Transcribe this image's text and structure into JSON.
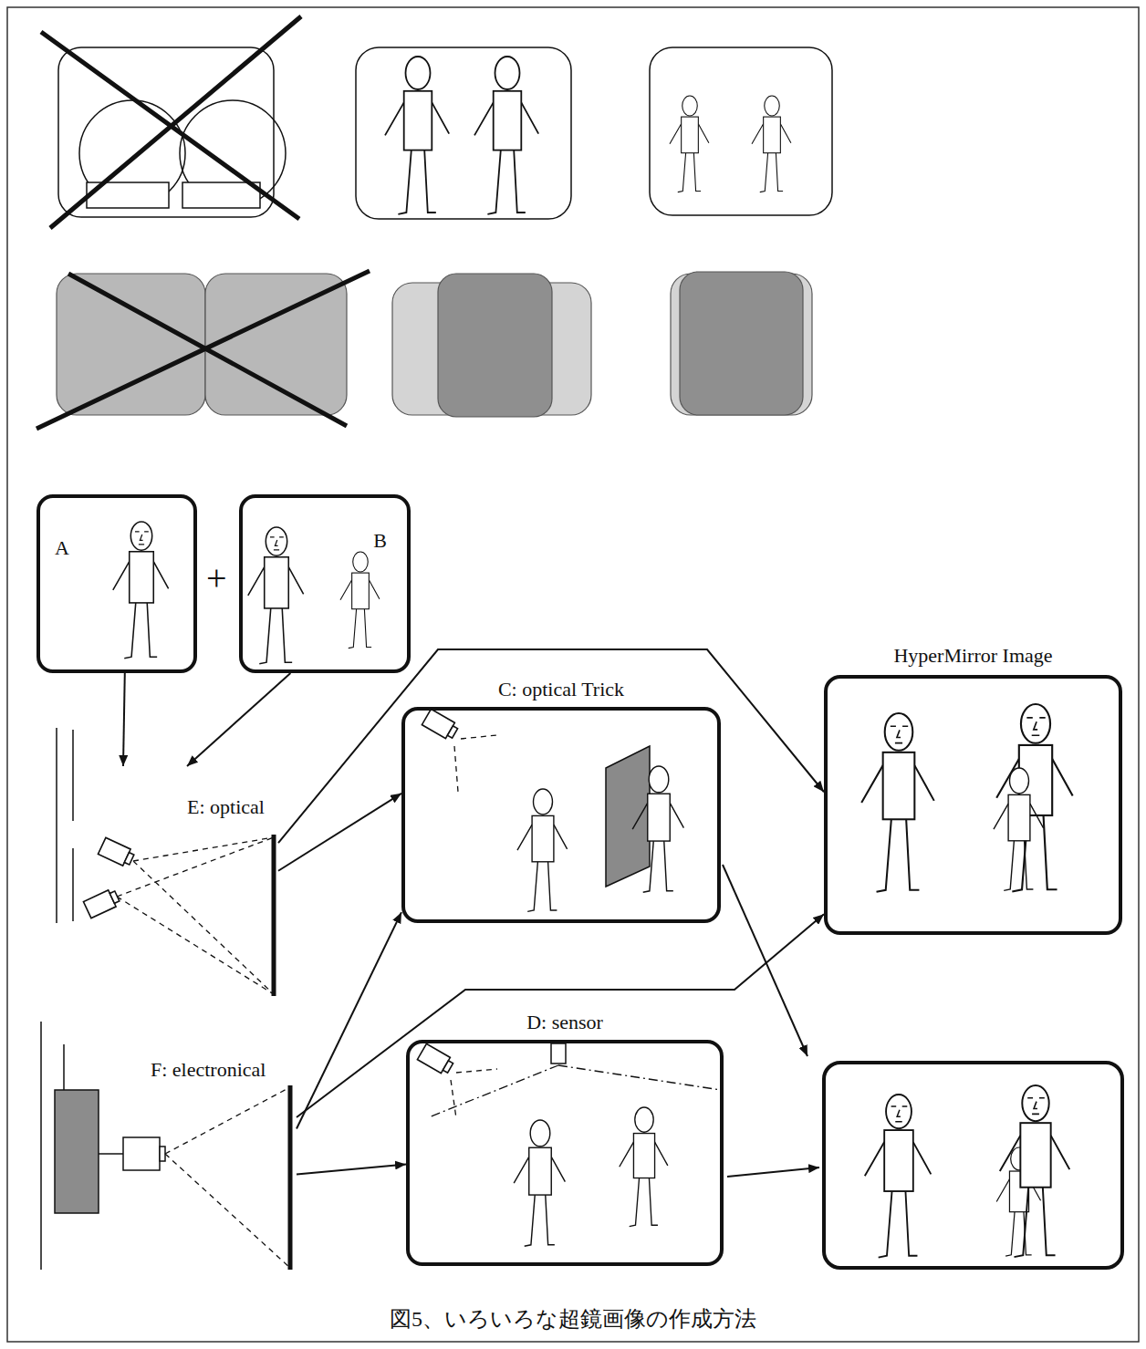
{
  "diagram": {
    "caption": "図5、いろいろな超鏡画像の作成方法",
    "nodes": [
      {
        "text": [
          "A"
        ]
      },
      {
        "text": [
          "B"
        ]
      },
      {
        "text": [
          "HyperMirror Image"
        ]
      },
      {
        "text": [
          "C: optical Trick"
        ]
      },
      {
        "text": [
          "E: optical"
        ]
      },
      {
        "text": [
          "D: sensor"
        ]
      },
      {
        "text": [
          "F: electronical"
        ]
      }
    ],
    "edges": [
      {
        "from": 0,
        "to": 4,
        "arrow": "to"
      },
      {
        "from": 1,
        "to": 4,
        "arrow": "to"
      },
      {
        "from": 4,
        "to": 3,
        "arrow": "to"
      },
      {
        "from": 4,
        "to": 2,
        "arrow": "to"
      },
      {
        "from": 6,
        "to": 3,
        "arrow": "to"
      },
      {
        "from": 6,
        "to": 5,
        "arrow": "to"
      },
      {
        "from": 6,
        "to": 2,
        "arrow": "to"
      }
    ],
    "labels": [
      "+"
    ]
  }
}
